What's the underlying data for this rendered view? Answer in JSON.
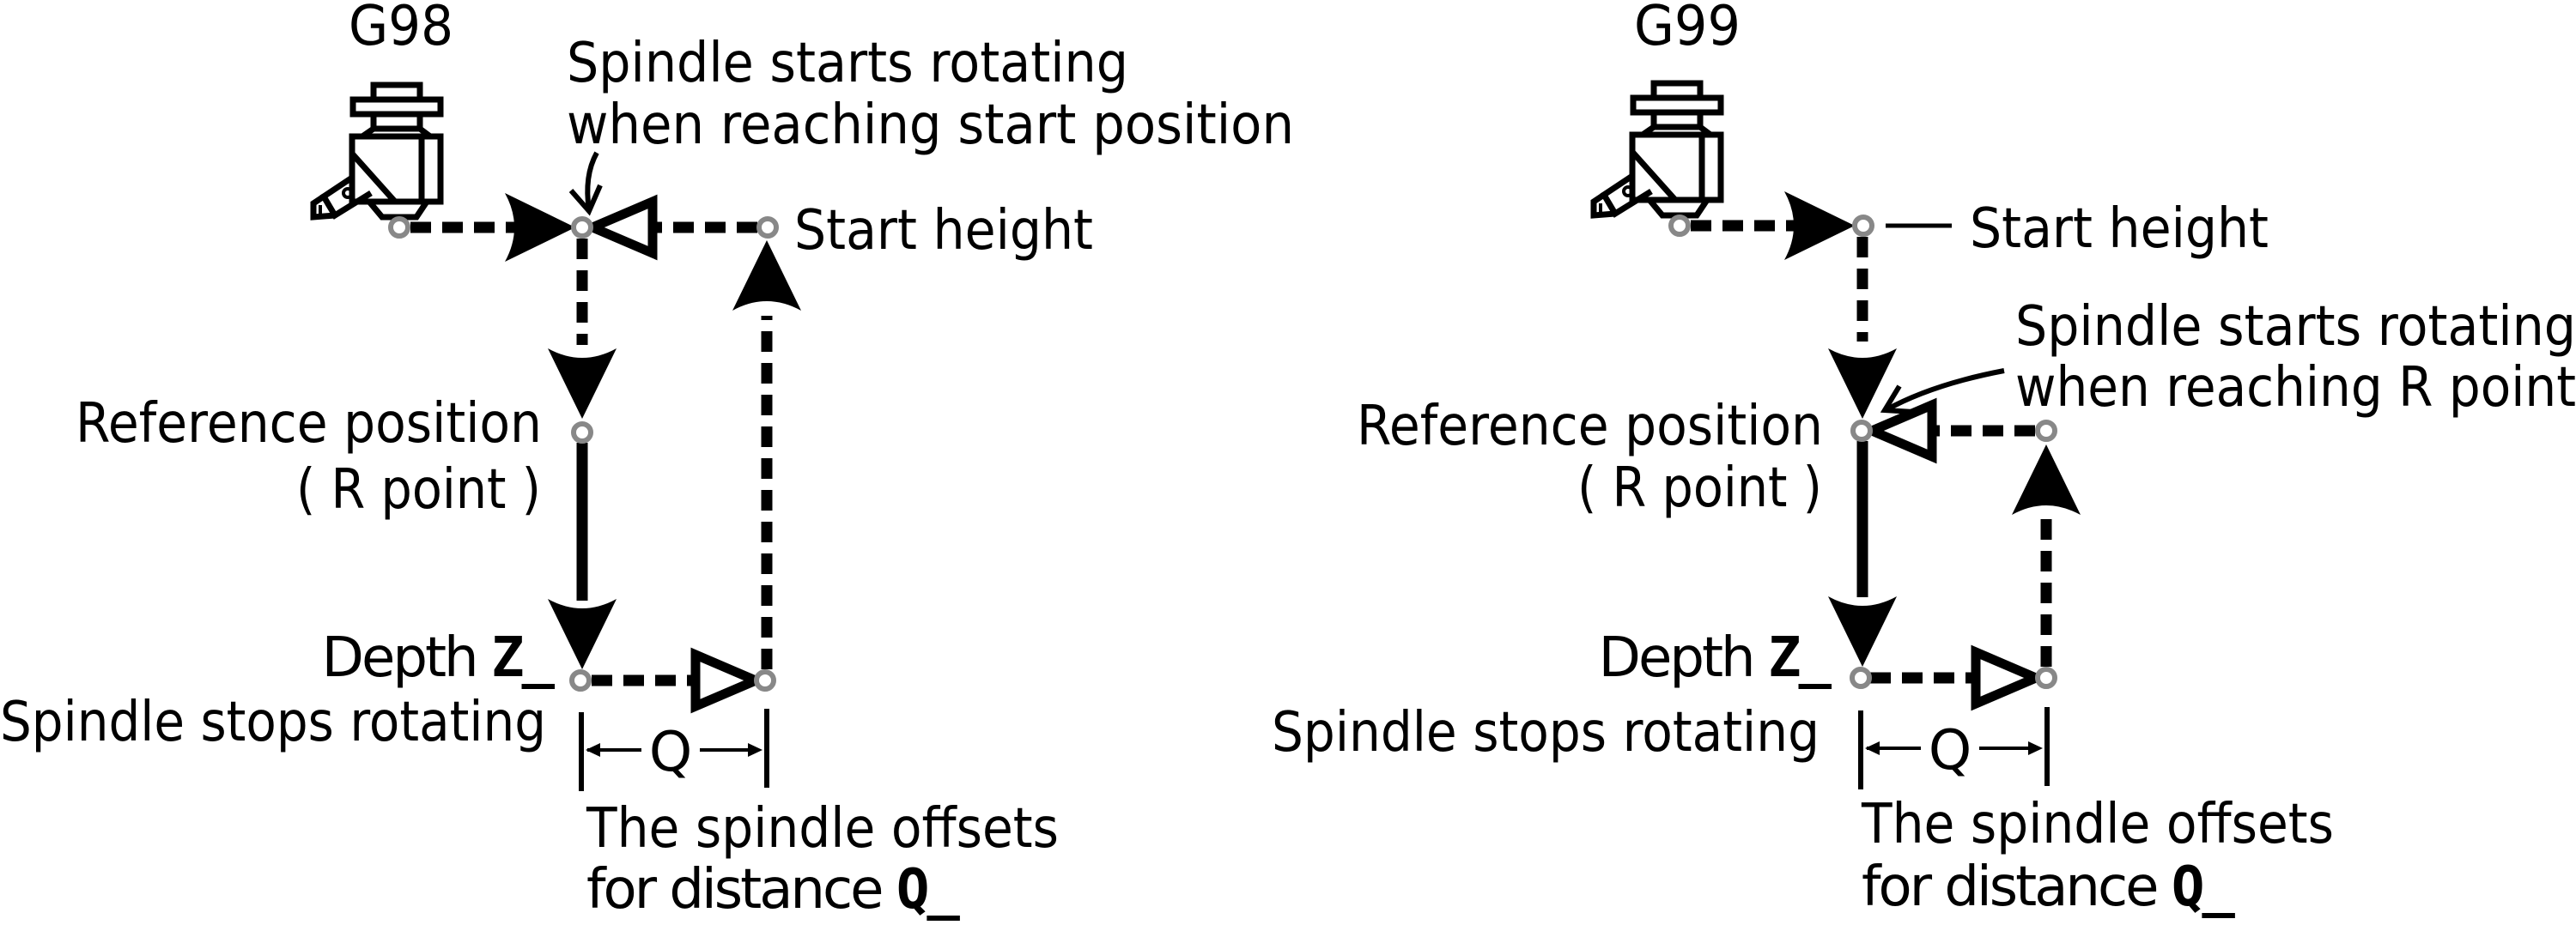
{
  "diagram": {
    "colors": {
      "line": "#000000",
      "point": "#888888",
      "background": "#ffffff"
    },
    "panels": [
      {
        "id": "g98",
        "title": "G98",
        "note_line1": "Spindle starts rotating",
        "note_line2": "when reaching start position",
        "start_height": "Start height",
        "reference_line1": "Reference position",
        "reference_line2": "( R point )",
        "depth_prefix": "Depth ",
        "depth_code": "Z_",
        "spindle_stops": "Spindle stops rotating",
        "q_label": "Q",
        "offset_line1": "The spindle offsets",
        "offset_prefix": "for distance ",
        "offset_code": "Q_"
      },
      {
        "id": "g99",
        "title": "G99",
        "note_line1": "Spindle starts rotating",
        "note_line2": "when reaching R point",
        "start_height": "Start height",
        "reference_line1": "Reference position",
        "reference_line2": "( R point )",
        "depth_prefix": "Depth ",
        "depth_code": "Z_",
        "spindle_stops": "Spindle stops rotating",
        "q_label": "Q",
        "offset_line1": "The spindle offsets",
        "offset_prefix": "for distance ",
        "offset_code": "Q_"
      }
    ]
  }
}
